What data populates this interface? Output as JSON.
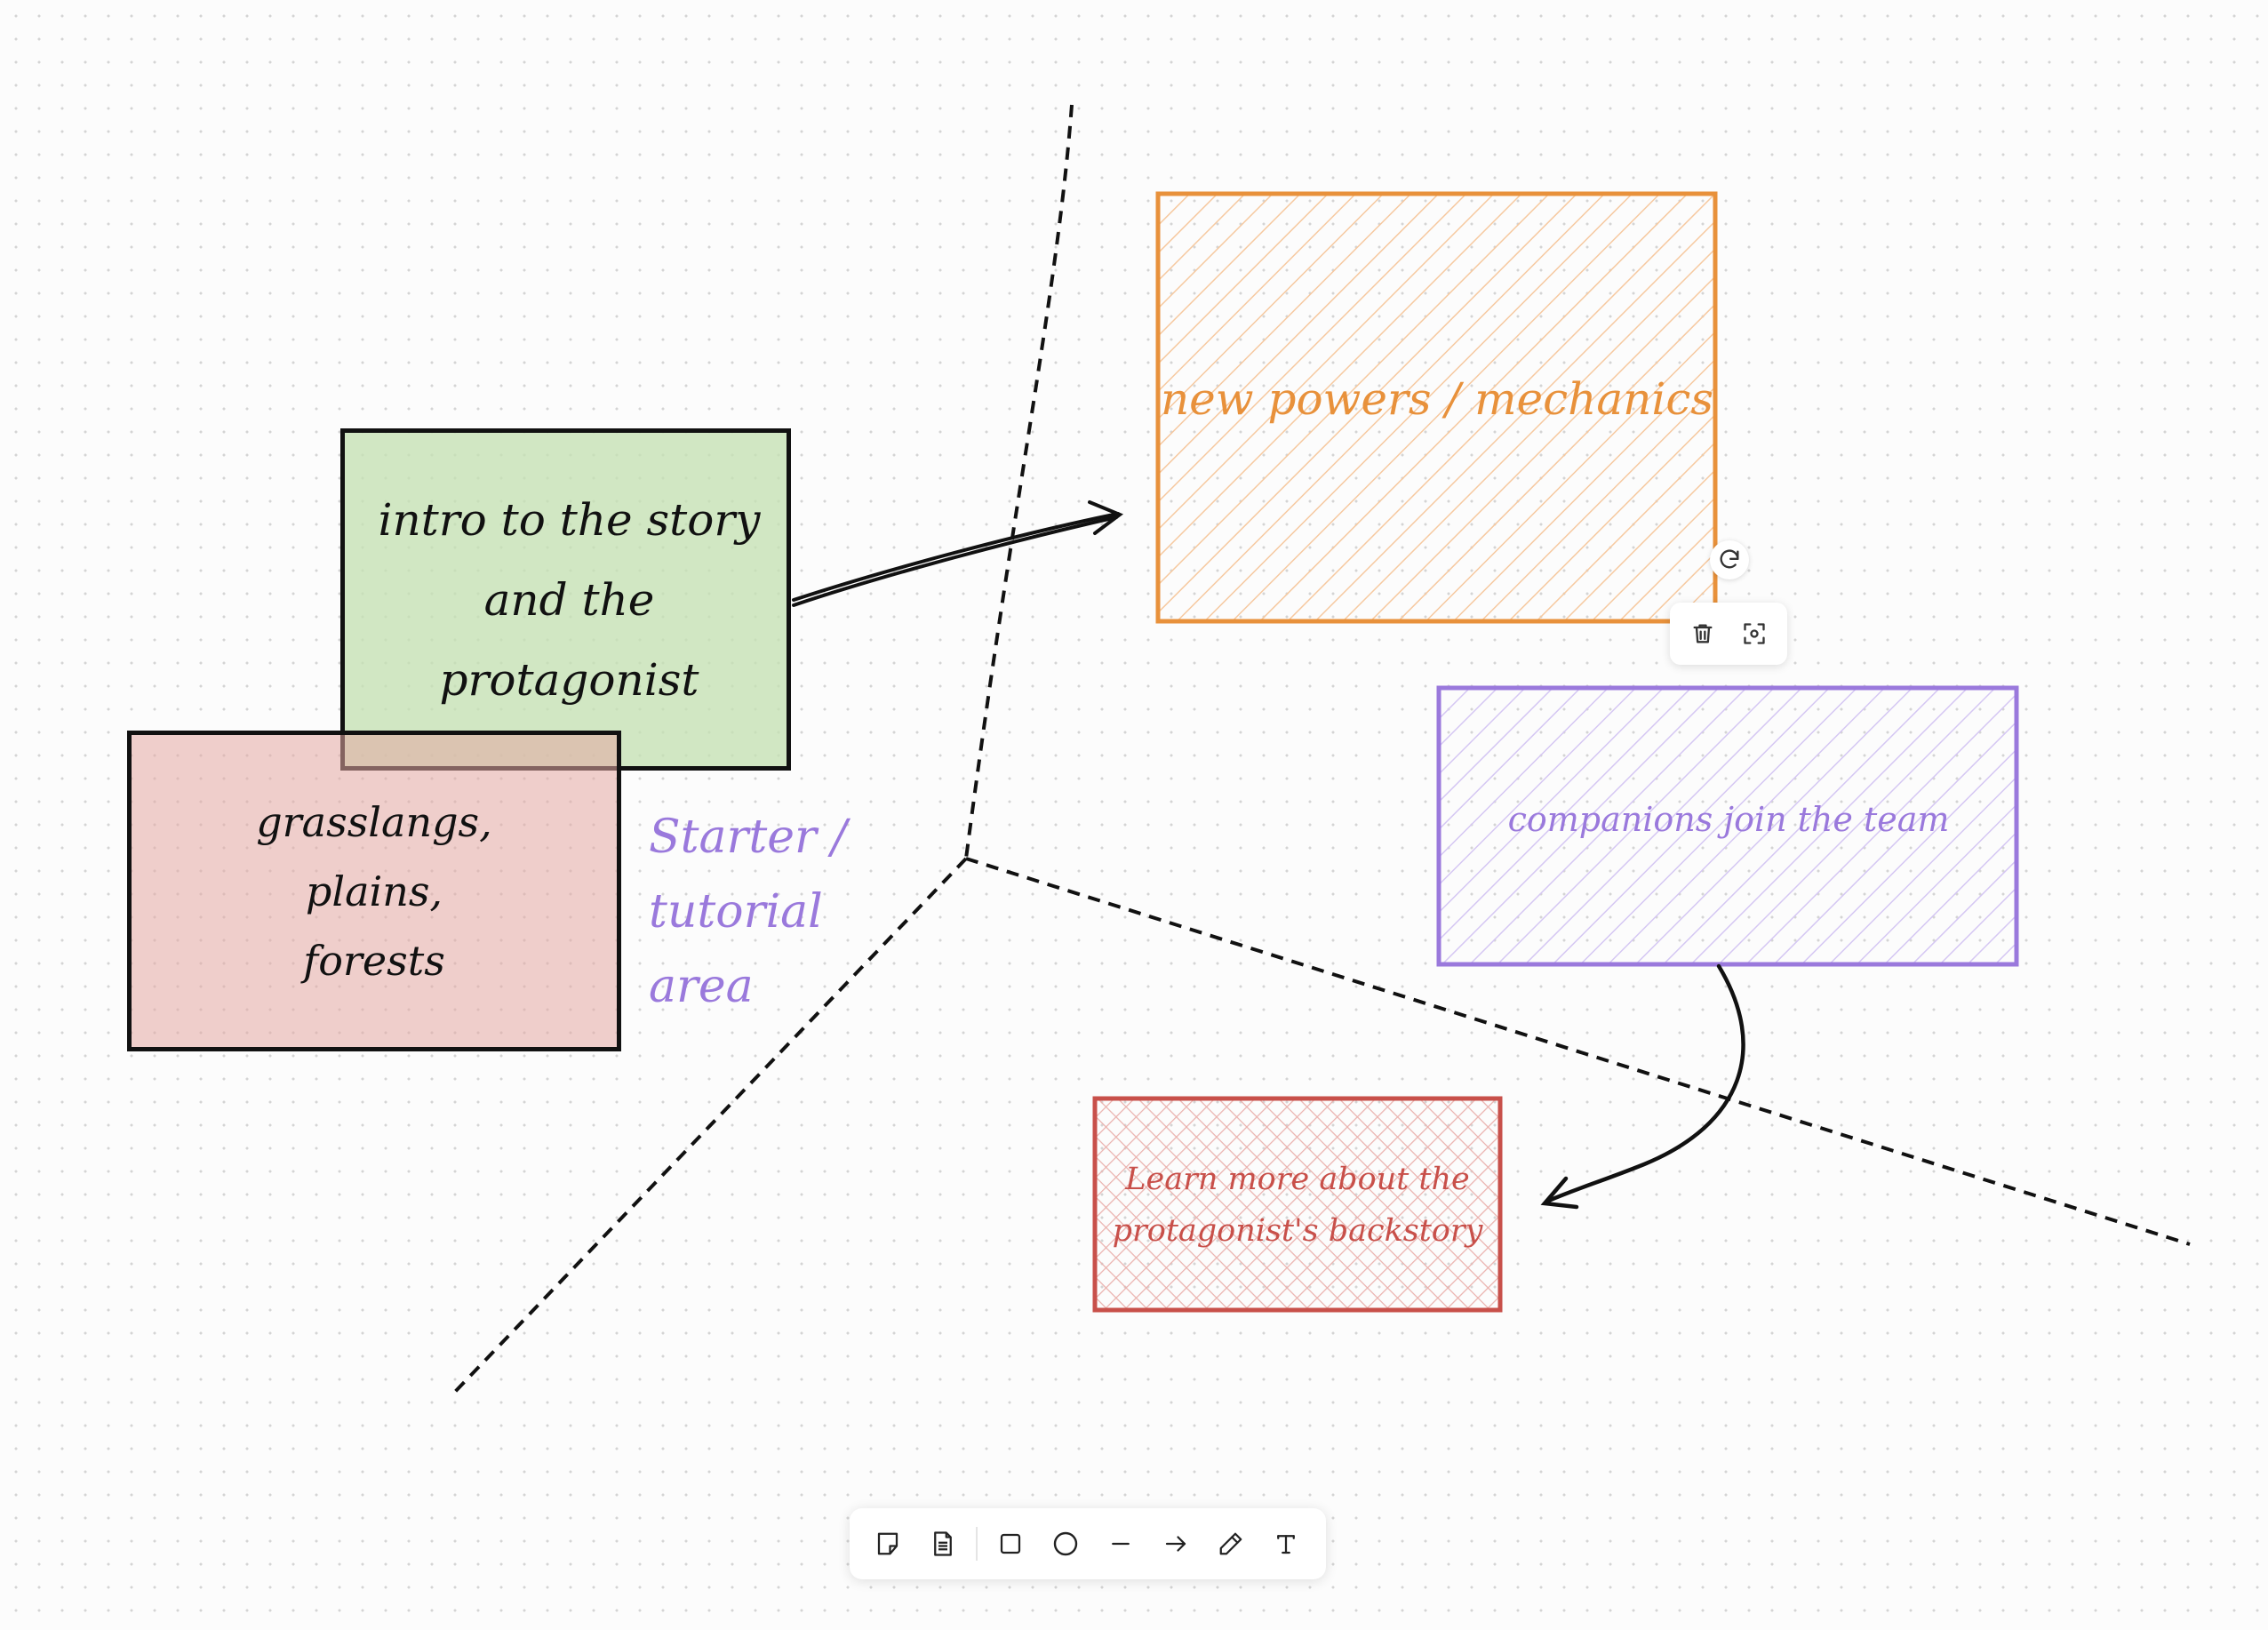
{
  "board": {
    "background": "#fcfcfc",
    "dot_color": "#d4d4d4"
  },
  "notes": {
    "green": {
      "text": "intro to the story\nand the protagonist",
      "fill": "#c4e0b2",
      "border": "#111111"
    },
    "red": {
      "text": "grasslangs,\nplains,\nforests",
      "fill": "#e3a8a3",
      "border": "#111111"
    }
  },
  "shapes": {
    "orange": {
      "text": "new powers / mechanics",
      "color": "#e8913b"
    },
    "purple": {
      "text": "companions join the team",
      "color": "#9a79dc"
    },
    "red_hatch": {
      "text": "Learn more about the\nprotagonist's backstory",
      "color": "#c8504a"
    }
  },
  "labels": {
    "starter": {
      "text": "Starter /\ntutorial area",
      "color": "#9a79dc"
    }
  },
  "selection_toolbar": {
    "rotate_icon": "rotate-icon",
    "delete_icon": "trash-icon",
    "focus_icon": "focus-icon"
  },
  "bottom_toolbar": {
    "tools": [
      "sticky-note-icon",
      "document-icon",
      "rectangle-icon",
      "ellipse-icon",
      "line-icon",
      "arrow-icon",
      "pencil-icon",
      "text-icon"
    ]
  }
}
